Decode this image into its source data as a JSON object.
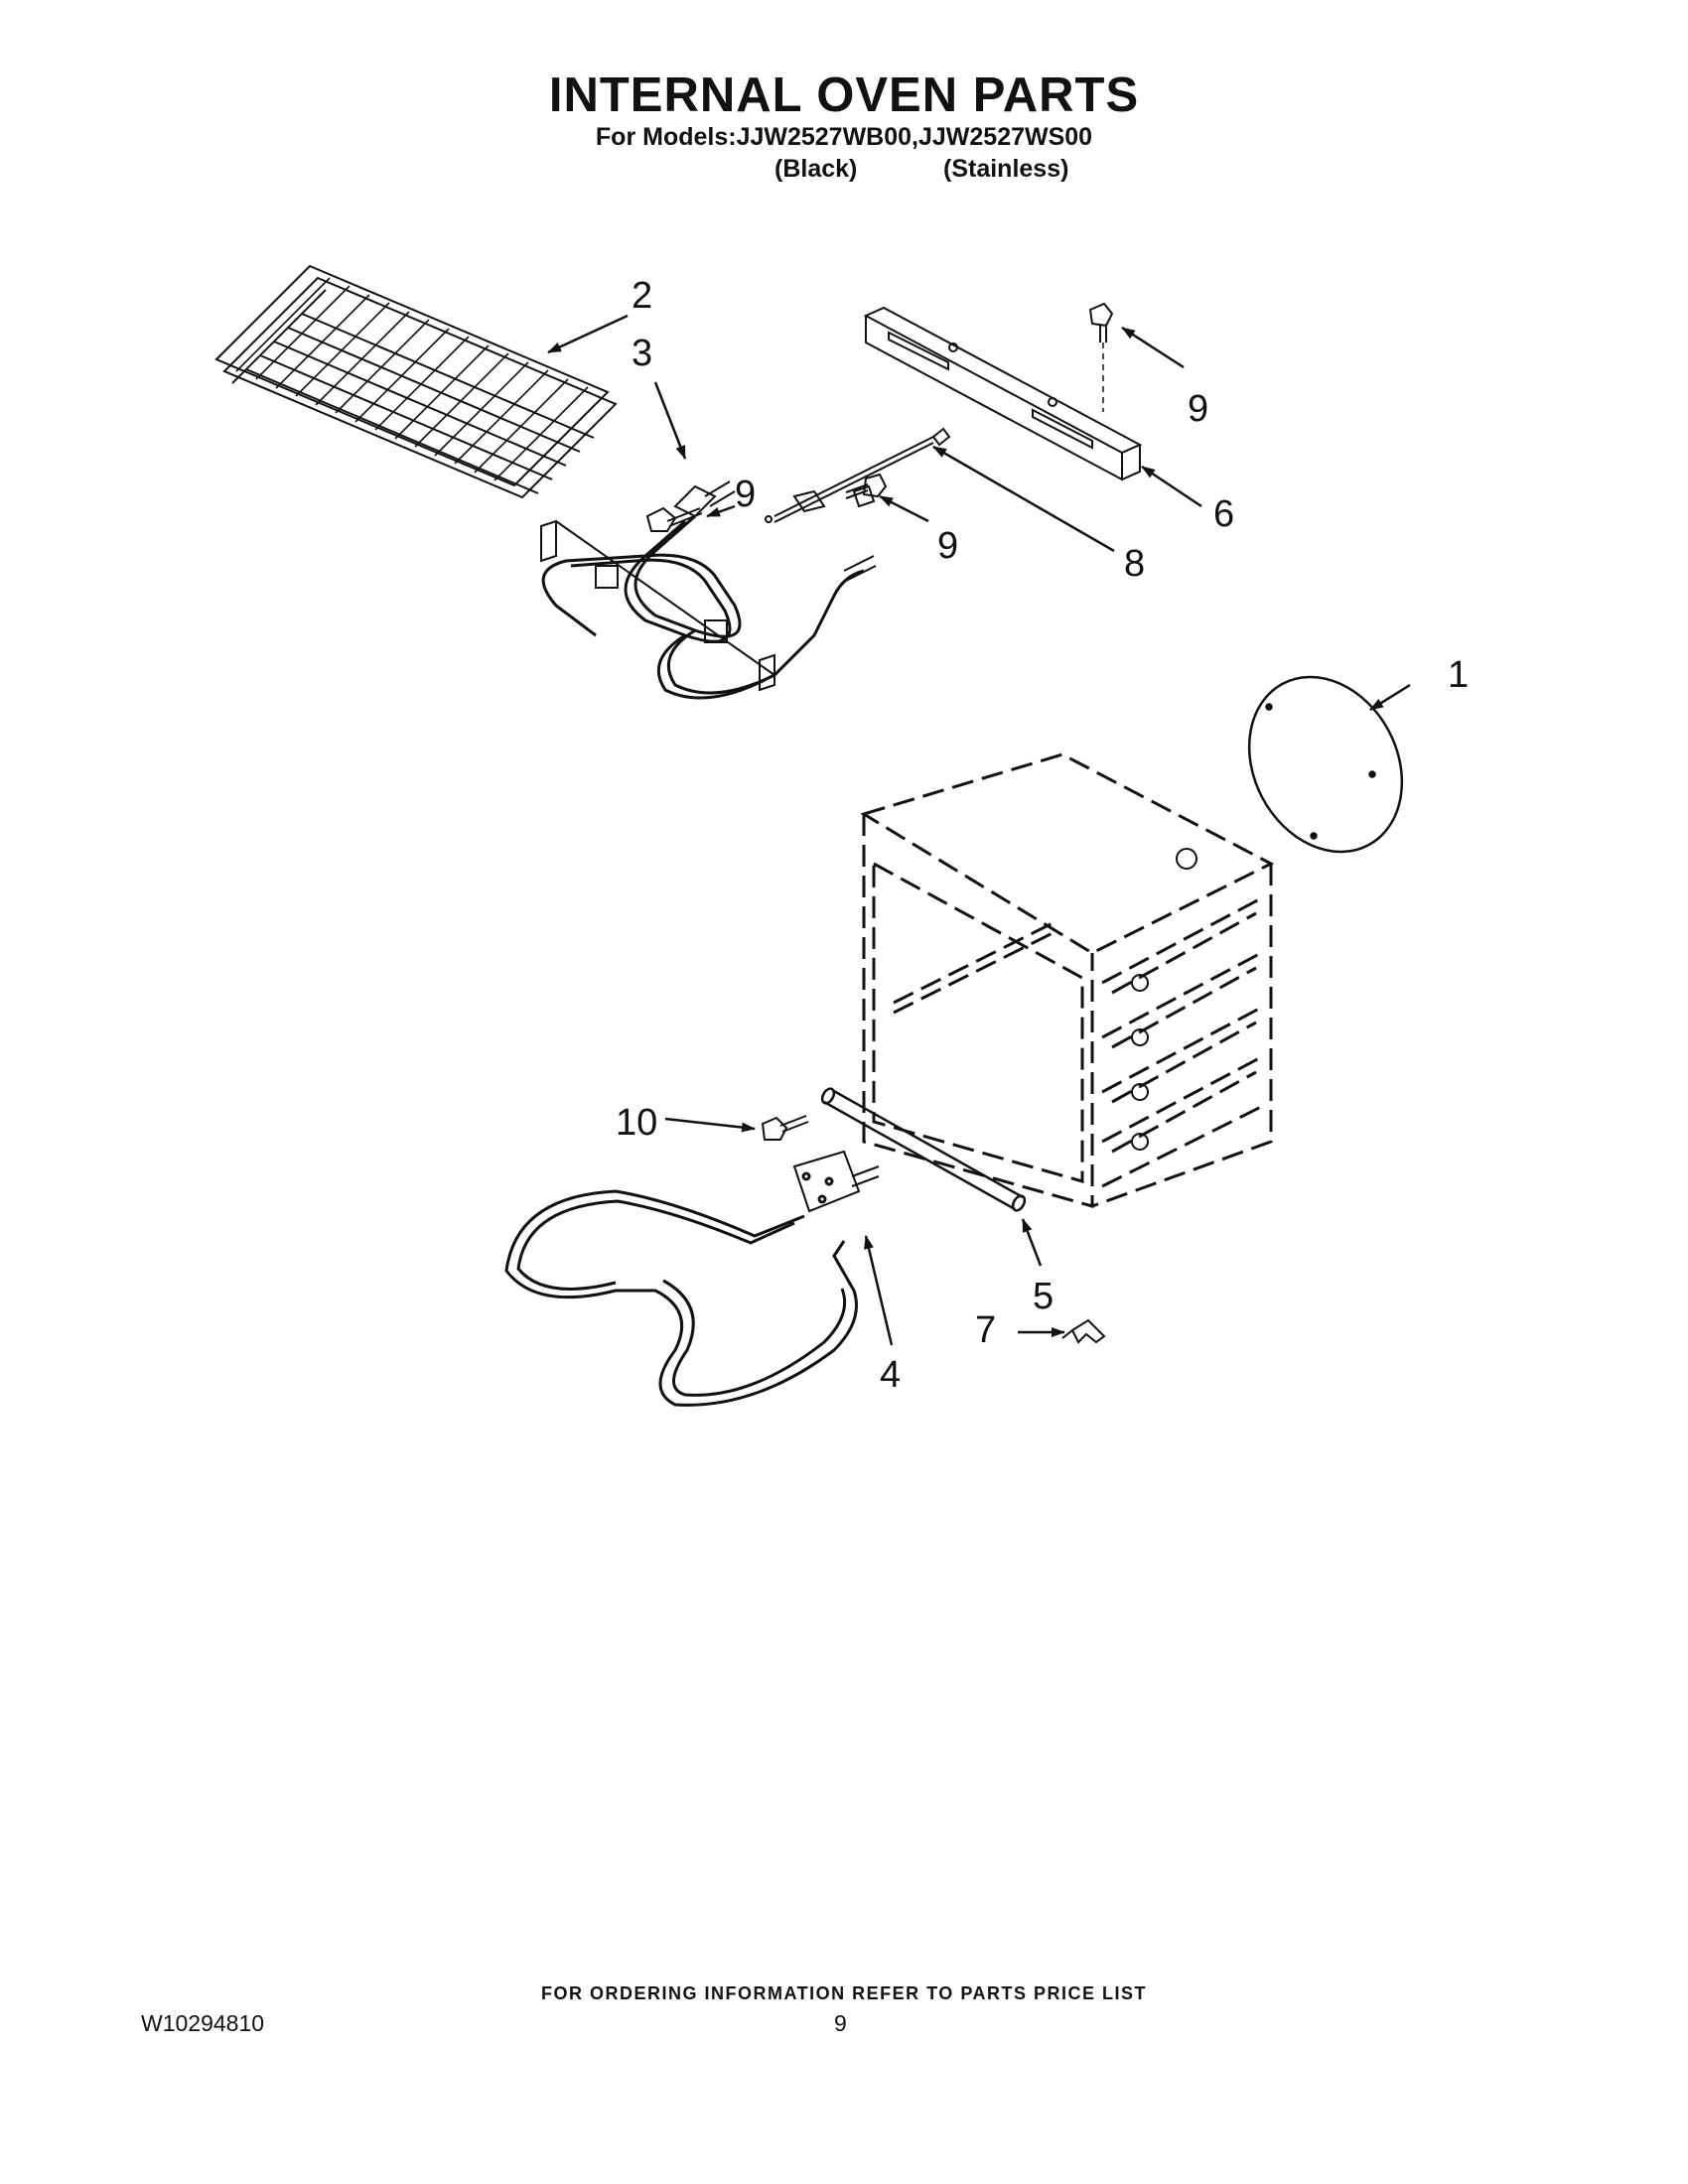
{
  "header": {
    "title": "INTERNAL OVEN PARTS",
    "models_line": "For Models:JJW2527WB00,JJW2527WS00",
    "variant_black": "(Black)",
    "variant_stainless": "(Stainless)"
  },
  "callouts": {
    "c1": "1",
    "c2": "2",
    "c3": "3",
    "c4": "4",
    "c5": "5",
    "c6": "6",
    "c7": "7",
    "c8": "8",
    "c9a": "9",
    "c9b": "9",
    "c9c": "9",
    "c10": "10"
  },
  "footer": {
    "ordering_note": "FOR ORDERING INFORMATION REFER TO PARTS PRICE LIST",
    "document_number": "W10294810",
    "page_number": "9"
  }
}
